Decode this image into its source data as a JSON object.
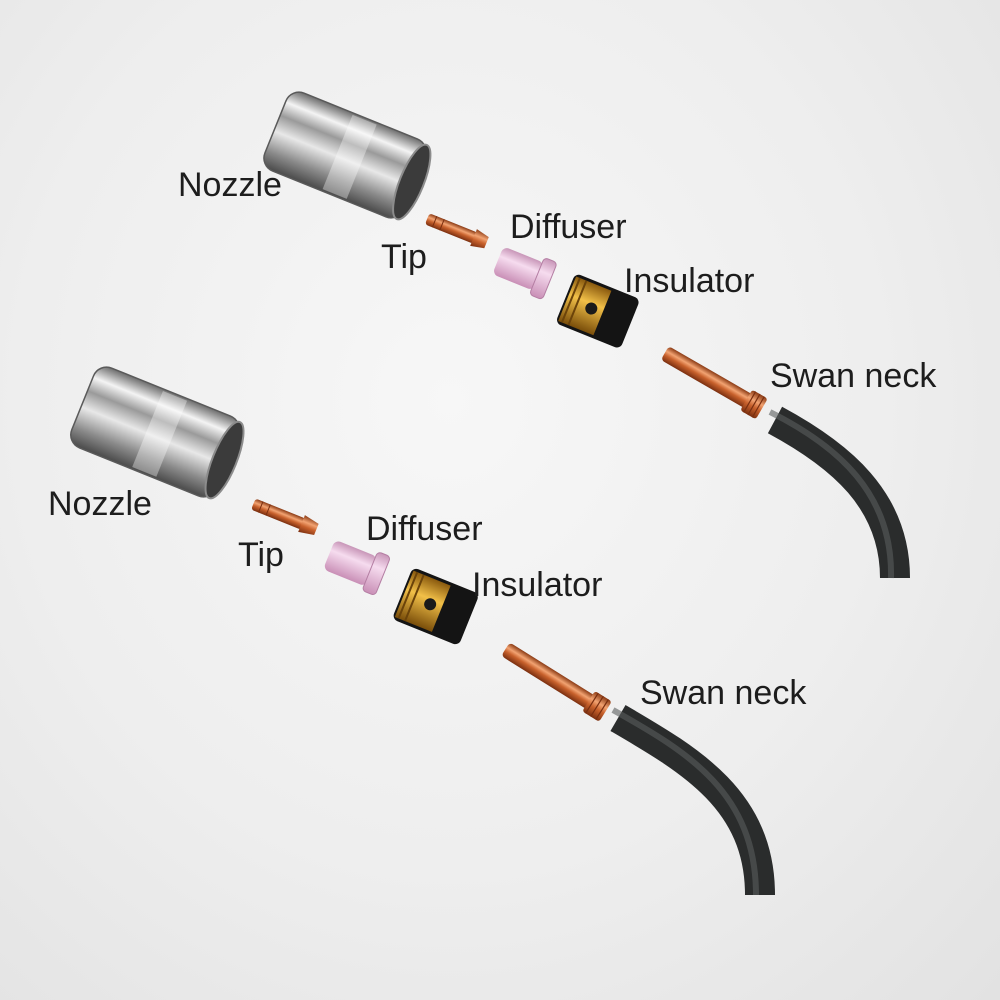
{
  "assemblies": [
    {
      "labels": {
        "nozzle": "Nozzle",
        "tip": "Tip",
        "diffuser": "Diffuser",
        "insulator": "Insulator",
        "swan_neck": "Swan neck"
      }
    },
    {
      "labels": {
        "nozzle": "Nozzle",
        "tip": "Tip",
        "diffuser": "Diffuser",
        "insulator": "Insulator",
        "swan_neck": "Swan neck"
      }
    }
  ],
  "colors": {
    "copper": "#c8612c",
    "diffuser_pink": "#e8b9d8",
    "brass": "#d99a22",
    "insulator_black": "#141414",
    "hose": "#2a2c2c",
    "chrome": "#c9c9c9"
  }
}
